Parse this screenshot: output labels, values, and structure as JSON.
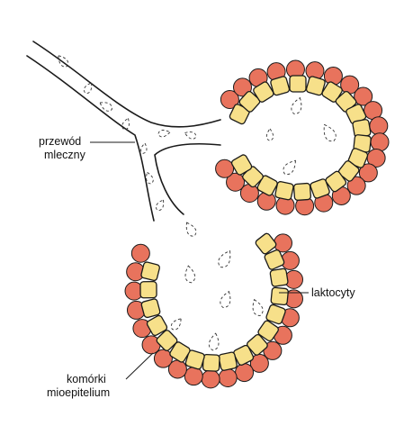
{
  "labels": {
    "duct_line1": "przewód",
    "duct_line2": "mleczny",
    "lactocytes": "laktocyty",
    "myo_line1": "komórki",
    "myo_line2": "mioepitelium"
  },
  "colors": {
    "myoepithelium_fill": "#e8735d",
    "lactocyte_fill": "#f7e08a",
    "outline": "#1a1a1a",
    "background": "#ffffff"
  }
}
